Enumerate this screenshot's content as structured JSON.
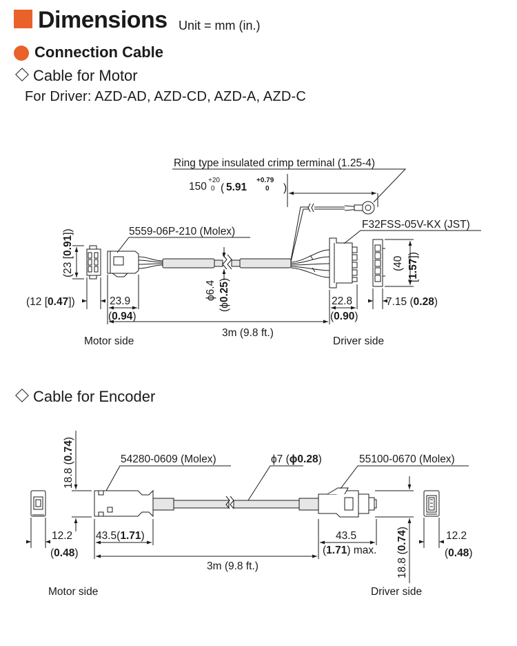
{
  "header": {
    "title": "Dimensions",
    "unit": "Unit = mm (in.)"
  },
  "section": {
    "title": "Connection Cable"
  },
  "motor_cable": {
    "title": "Cable for Motor",
    "for_driver": "For Driver: AZD-AD, AZD-CD, AZD-A, AZD-C",
    "ring_terminal": "Ring type insulated crimp terminal (1.25-4)",
    "lead_len_mm": "150",
    "lead_tol_mm_upper": "+20",
    "lead_tol_mm_lower": "0",
    "lead_len_in": "5.91",
    "lead_tol_in_upper": "+0.79",
    "lead_tol_in_lower": "0",
    "molex_part": "5559-06P-210 (Molex)",
    "jst_part": "F32FSS-05V-KX (JST)",
    "dim_23": "23",
    "dim_091": "0.91",
    "dim_12": "12",
    "dim_047": "0.47",
    "dim_239": "23.9",
    "dim_094": "0.94",
    "dim_phi64": "ϕ6.4",
    "dim_phi025": "0.25",
    "phi_sym": "ϕ",
    "dim_228": "22.8",
    "dim_090": "0.90",
    "dim_715": "7.15",
    "dim_028": "0.28",
    "dim_40": "40",
    "dim_157": "1.57",
    "length": "3m (9.8 ft.)",
    "motor_side": "Motor side",
    "driver_side": "Driver side"
  },
  "encoder_cable": {
    "title": "Cable for Encoder",
    "molex_left": "54280-0609 (Molex)",
    "cable_dia_prefix": "ϕ7 (",
    "cable_dia_in": "ϕ0.28",
    "molex_right": "55100-0670 (Molex)",
    "dim_188": "18.8",
    "dim_074": "0.74",
    "dim_122": "12.2",
    "dim_048": "0.48",
    "dim_435_l": "43.5",
    "dim_171_l": "1.71",
    "dim_435_r": "43.5",
    "dim_171_r": "1.71",
    "max": "max.",
    "length": "3m (9.8 ft.)",
    "motor_side": "Motor side",
    "driver_side": "Driver side"
  },
  "colors": {
    "accent": "#e8622a",
    "line": "#1a1a1a",
    "cable_fill": "#e6e6e6"
  }
}
